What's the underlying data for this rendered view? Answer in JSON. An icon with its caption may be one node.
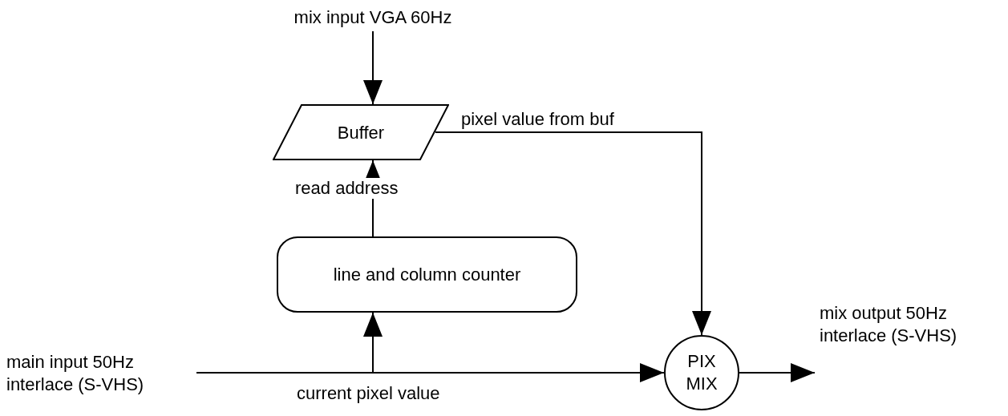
{
  "diagram": {
    "nodes": [
      {
        "text": [
          "mix input VGA 60Hz"
        ]
      },
      {
        "text": [
          "Buffer"
        ]
      },
      {
        "text": [
          "line and column counter"
        ]
      },
      {
        "text": [
          "main input 50Hz interlace (S-VHS)"
        ]
      },
      {
        "text": [
          "PIX MIX"
        ]
      },
      {
        "text": [
          "mix output 50Hz interlace (S-VHS)"
        ]
      }
    ],
    "edges": [
      {
        "from": 0,
        "to": 1,
        "arrow": "to"
      },
      {
        "from": 1,
        "to": 4,
        "arrow": "to",
        "label": "pixel value from buf"
      },
      {
        "from": 2,
        "to": 1,
        "arrow": "to",
        "label": "read address"
      },
      {
        "from": 3,
        "to": 4,
        "arrow": "to",
        "label": "current pixel value"
      },
      {
        "from": 3,
        "to": 2,
        "arrow": "to"
      },
      {
        "from": 4,
        "to": 5,
        "arrow": "to"
      }
    ]
  }
}
